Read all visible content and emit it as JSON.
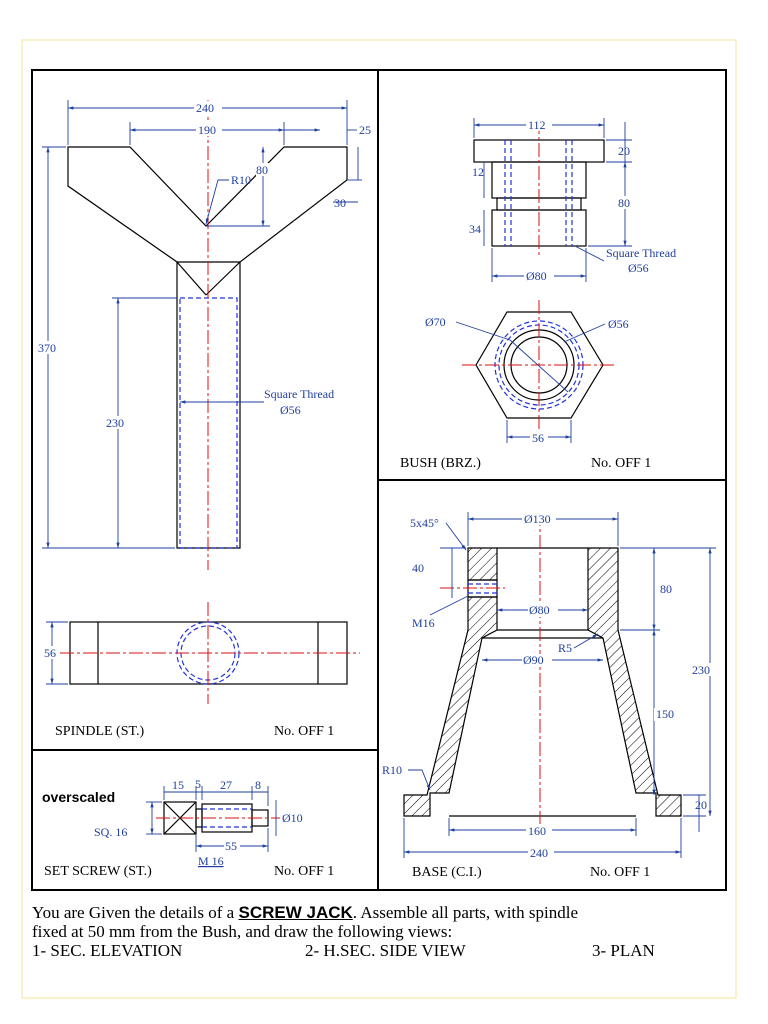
{
  "spindle": {
    "dims": {
      "d240": "240",
      "d190": "190",
      "d25": "25",
      "r10": "R10",
      "d80": "80",
      "d30": "30",
      "d370": "370",
      "d230": "230",
      "d56": "56"
    },
    "thread_label": "Square Thread",
    "thread_dia": "Ø56",
    "title": "SPINDLE  (ST.)",
    "count": "No. OFF 1"
  },
  "bush": {
    "dims": {
      "d112": "112",
      "d20": "20",
      "d12": "12",
      "d80": "80",
      "d34": "34",
      "d80dia": "Ø80",
      "d70": "Ø70",
      "d56": "Ø56",
      "d56w": "56"
    },
    "thread_label": "Square Thread",
    "thread_dia": "Ø56",
    "title": "BUSH  (BRZ.)",
    "count": "No. OFF  1"
  },
  "set_screw": {
    "note": "overscaled",
    "dims": {
      "d15": "15",
      "d5": "5",
      "d27": "27",
      "d8": "8",
      "d10": "Ø10",
      "sq": "SQ. 16",
      "d55": "55",
      "m16": "M 16"
    },
    "title": "SET SCREW  (ST.)",
    "count": "No. OFF 1"
  },
  "base": {
    "dims": {
      "chamfer": "5x45°",
      "d130": "Ø130",
      "d40": "40",
      "m16": "M16",
      "d80dia": "Ø80",
      "d80": "80",
      "r5": "R5",
      "d90": "Ø90",
      "d230": "230",
      "d150": "150",
      "r10": "R10",
      "d20": "20",
      "d160": "160",
      "d240": "240"
    },
    "title": "BASE  (C.I.)",
    "count": "No. OFF  1"
  },
  "instructions": {
    "line1_a": "You are Given the details of a ",
    "line1_bold": "SCREW JACK",
    "line1_b": ".  Assemble all parts, with spindle",
    "line2": "fixed at 50 mm from the Bush, and draw the following views:",
    "view1": "1- SEC. ELEVATION",
    "view2": "2- H.SEC. SIDE VIEW",
    "view3": "3- PLAN"
  },
  "colors": {
    "dimension": "#1f3f9f",
    "centerline": "#dd1111",
    "hidden": "#2233dd",
    "border": "#f5e9a8"
  }
}
